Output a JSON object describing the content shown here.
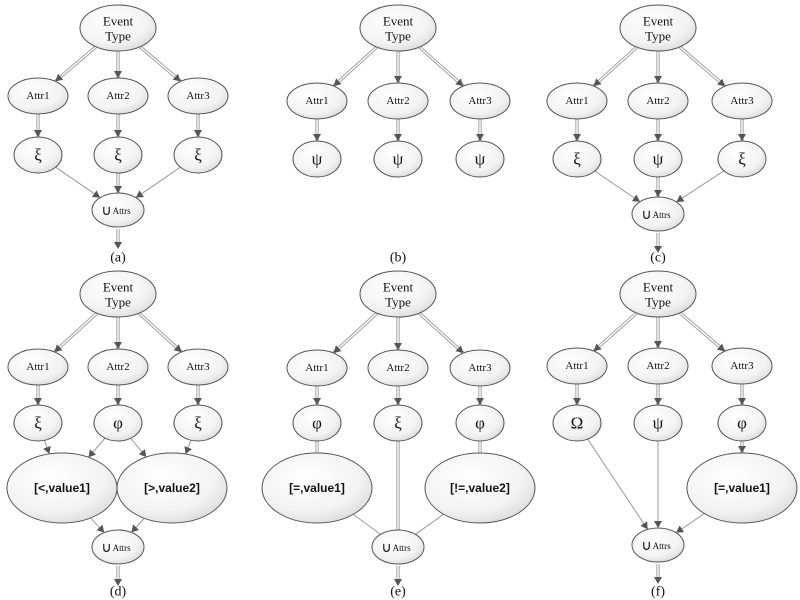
{
  "figure_label": "Six event-type filtering graph variants",
  "panels": [
    {
      "id": "a",
      "label": "(a)",
      "root": [
        "Event",
        "Type"
      ],
      "attrs": [
        "Attr1",
        "Attr2",
        "Attr3"
      ],
      "ops": [
        "ξ",
        "ξ",
        "ξ"
      ],
      "union": {
        "symbol": "∪",
        "text": "Attrs"
      }
    },
    {
      "id": "b",
      "label": "(b)",
      "root": [
        "Event",
        "Type"
      ],
      "attrs": [
        "Attr1",
        "Attr2",
        "Attr3"
      ],
      "ops": [
        "ψ",
        "ψ",
        "ψ"
      ]
    },
    {
      "id": "c",
      "label": "(c)",
      "root": [
        "Event",
        "Type"
      ],
      "attrs": [
        "Attr1",
        "Attr2",
        "Attr3"
      ],
      "ops": [
        "ξ",
        "ψ",
        "ξ"
      ],
      "union": {
        "symbol": "∪",
        "text": "Attrs"
      }
    },
    {
      "id": "d",
      "label": "(d)",
      "root": [
        "Event",
        "Type"
      ],
      "attrs": [
        "Attr1",
        "Attr2",
        "Attr3"
      ],
      "ops": [
        "ξ",
        "φ",
        "ξ"
      ],
      "conditions": [
        "[<,value1]",
        "[>,value2]"
      ],
      "union": {
        "symbol": "∪",
        "text": "Attrs"
      }
    },
    {
      "id": "e",
      "label": "(e)",
      "root": [
        "Event",
        "Type"
      ],
      "attrs": [
        "Attr1",
        "Attr2",
        "Attr3"
      ],
      "ops": [
        "φ",
        "ξ",
        "φ"
      ],
      "conditions": [
        "[=,value1]",
        "[!=,value2]"
      ],
      "union": {
        "symbol": "∪",
        "text": "Attrs"
      }
    },
    {
      "id": "f",
      "label": "(f)",
      "root": [
        "Event",
        "Type"
      ],
      "attrs": [
        "Attr1",
        "Attr2",
        "Attr3"
      ],
      "ops": [
        "Ω",
        "ψ",
        "φ"
      ],
      "conditions": [
        "[=,value1]"
      ],
      "union": {
        "symbol": "∪",
        "text": "Attrs"
      }
    }
  ]
}
